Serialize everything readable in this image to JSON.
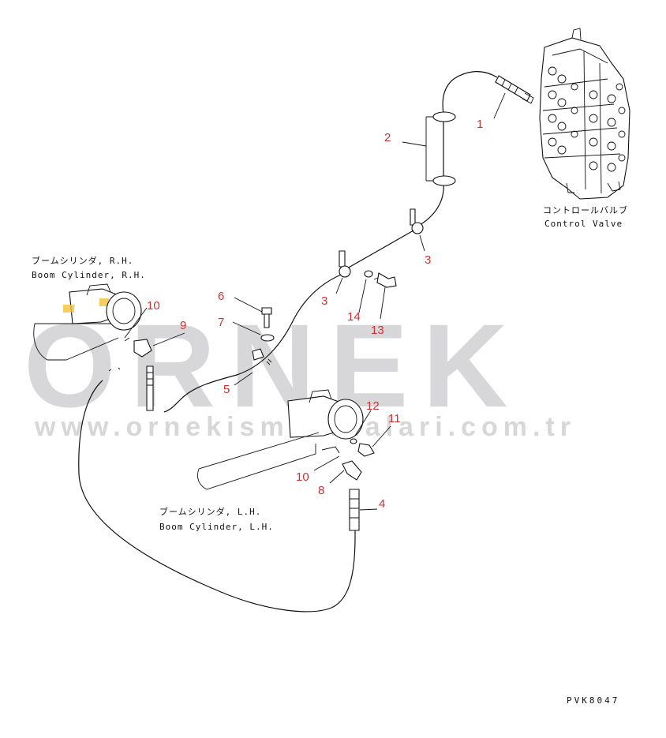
{
  "watermark": {
    "brand": "ORNEK",
    "url": "www.ornekismakinalari.com.tr"
  },
  "labels": {
    "control_valve_jp": "コントロールバルブ",
    "control_valve_en": "Control Valve",
    "boom_rh_jp": "ブームシリンダ, R.H.",
    "boom_rh_en": "Boom Cylinder, R.H.",
    "boom_lh_jp": "ブームシリンダ, L.H.",
    "boom_lh_en": "Boom Cylinder, L.H."
  },
  "parts": [
    "1",
    "2",
    "3",
    "3",
    "4",
    "5",
    "6",
    "7",
    "8",
    "9",
    "10",
    "10",
    "11",
    "12",
    "13",
    "14"
  ],
  "drawing_code": "PVK8047",
  "colors": {
    "callout": "#d23030",
    "watermark": "#d7d7d9",
    "ink": "#111111"
  }
}
